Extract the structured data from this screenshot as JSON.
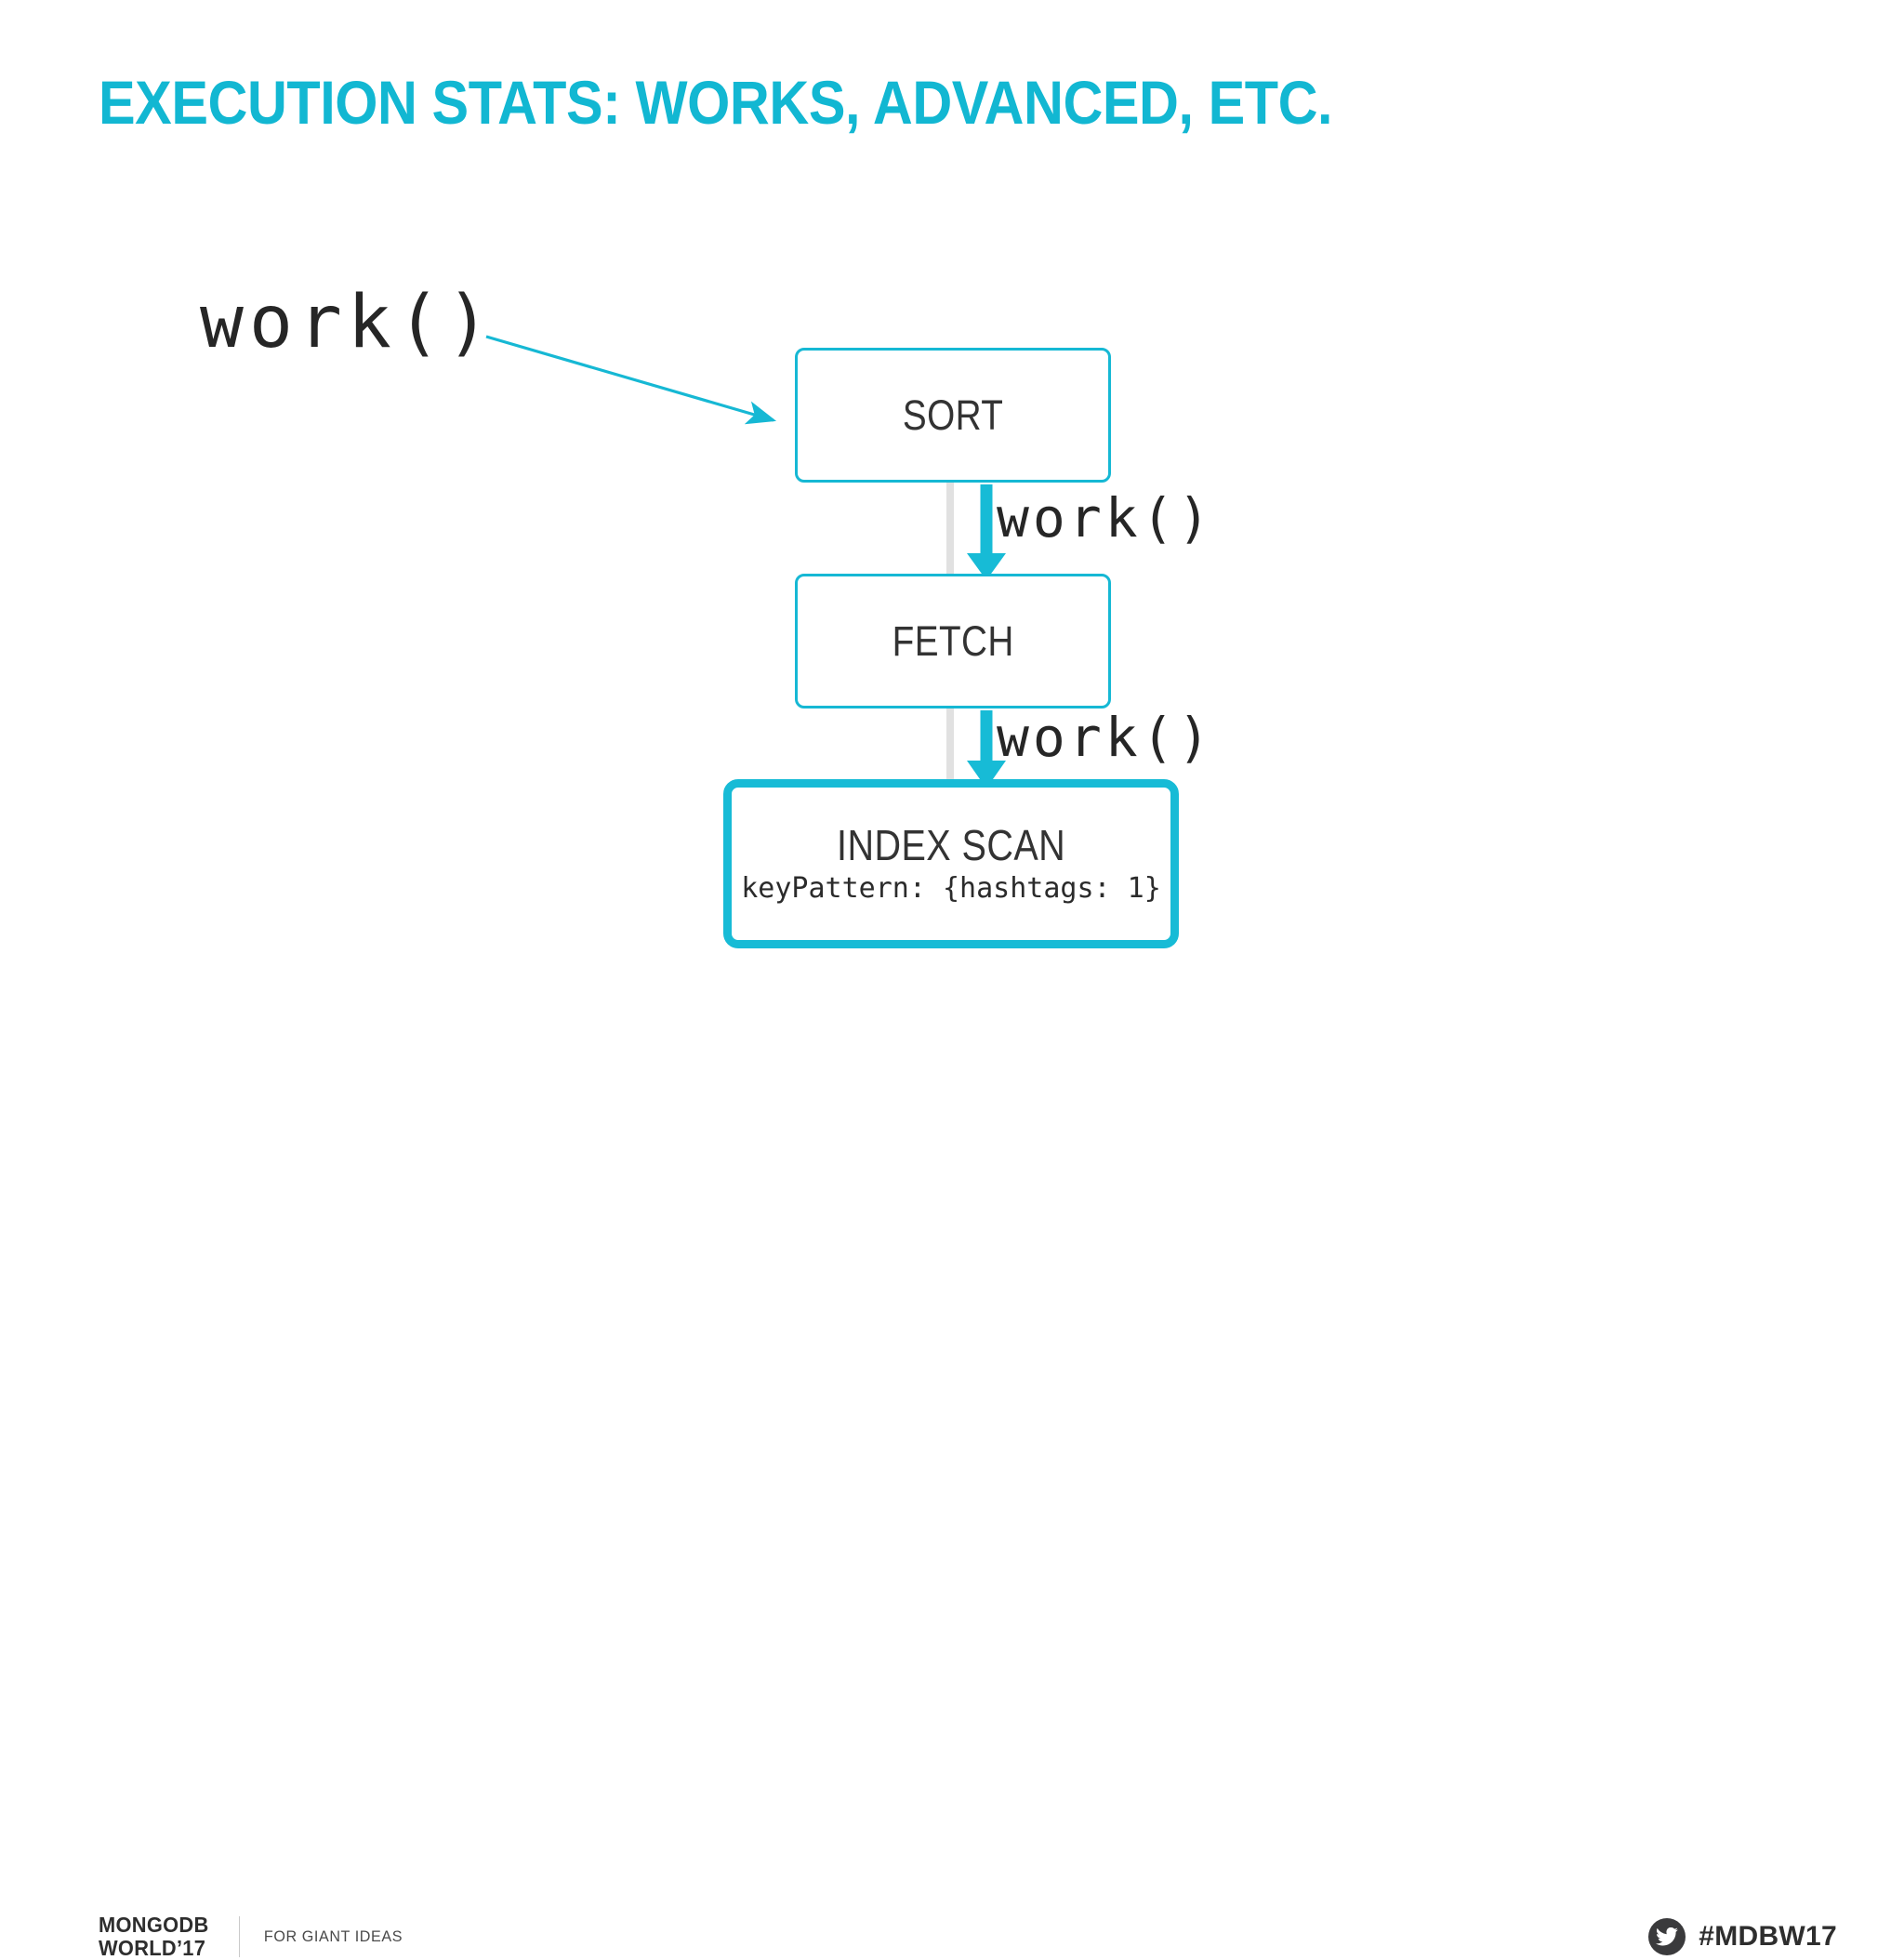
{
  "slide": {
    "title": "EXECUTION STATS: WORKS, ADVANCED, ETC.",
    "background_color": "#ffffff",
    "accent_color": "#12B7D2",
    "text_color": "#333333"
  },
  "diagram": {
    "type": "flow",
    "description": "MongoDB query execution plan stage tree with work() calls cascading down",
    "callout_label": "work()",
    "edges": [
      {
        "from": "SORT",
        "to": "FETCH",
        "label": "work()",
        "arrow_color": "#17BBD6"
      },
      {
        "from": "FETCH",
        "to": "INDEX SCAN",
        "label": "work()",
        "arrow_color": "#17BBD6"
      }
    ],
    "stages": [
      {
        "id": "sort",
        "title": "SORT",
        "subtitle": "",
        "border": "thin",
        "border_color": "#16B8D4"
      },
      {
        "id": "fetch",
        "title": "FETCH",
        "subtitle": "",
        "border": "thin",
        "border_color": "#16B8D4"
      },
      {
        "id": "indexscan",
        "title": "INDEX SCAN",
        "subtitle": "keyPattern: {hashtags: 1}",
        "border": "thick",
        "border_color": "#17BBD6"
      }
    ]
  },
  "footer": {
    "logo_line1": "MONGODB",
    "logo_line2": "WORLD’17",
    "tagline": "FOR GIANT IDEAS",
    "twitter_handle": "#MDBW17",
    "twitter_icon": "twitter-bird-icon"
  }
}
